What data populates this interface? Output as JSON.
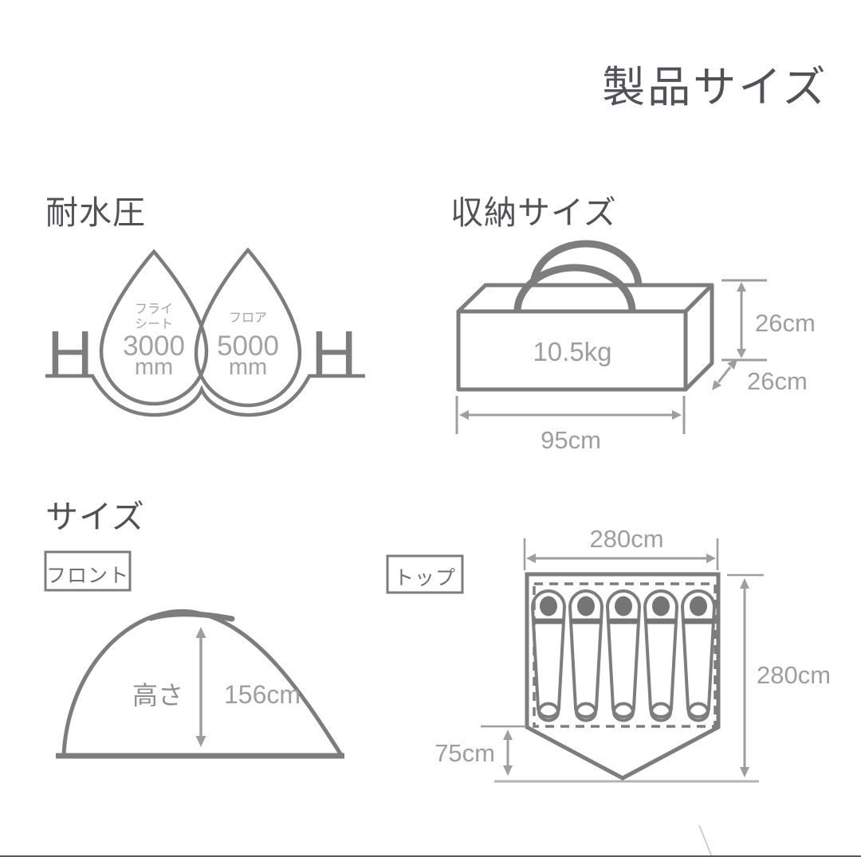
{
  "page": {
    "title": "製品サイズ"
  },
  "water_resistance": {
    "heading": "耐水圧",
    "left_symbol": "H",
    "right_symbol": "H",
    "drops": [
      {
        "label_lines": [
          "フライ",
          "シート"
        ],
        "value": "3000",
        "unit": "mm"
      },
      {
        "label_lines": [
          "フロア"
        ],
        "value": "5000",
        "unit": "mm"
      }
    ]
  },
  "storage": {
    "heading": "収納サイズ",
    "weight": "10.5kg",
    "dims": {
      "height": "26cm",
      "depth": "26cm",
      "length": "95cm"
    }
  },
  "size": {
    "heading": "サイズ",
    "front_view": {
      "tag": "フロント",
      "height_label": "高さ",
      "height_value": "156cm"
    },
    "top_view": {
      "tag": "トップ",
      "width_top": "280cm",
      "length_right": "280cm",
      "vestibule_depth": "75cm",
      "sleeper_count": 5
    }
  },
  "colors": {
    "illustration_ink": "#7d7d7d",
    "dimension_gray": "#9e9e9e",
    "heading_text": "#515257",
    "drop_text": "#a3a3a3"
  }
}
